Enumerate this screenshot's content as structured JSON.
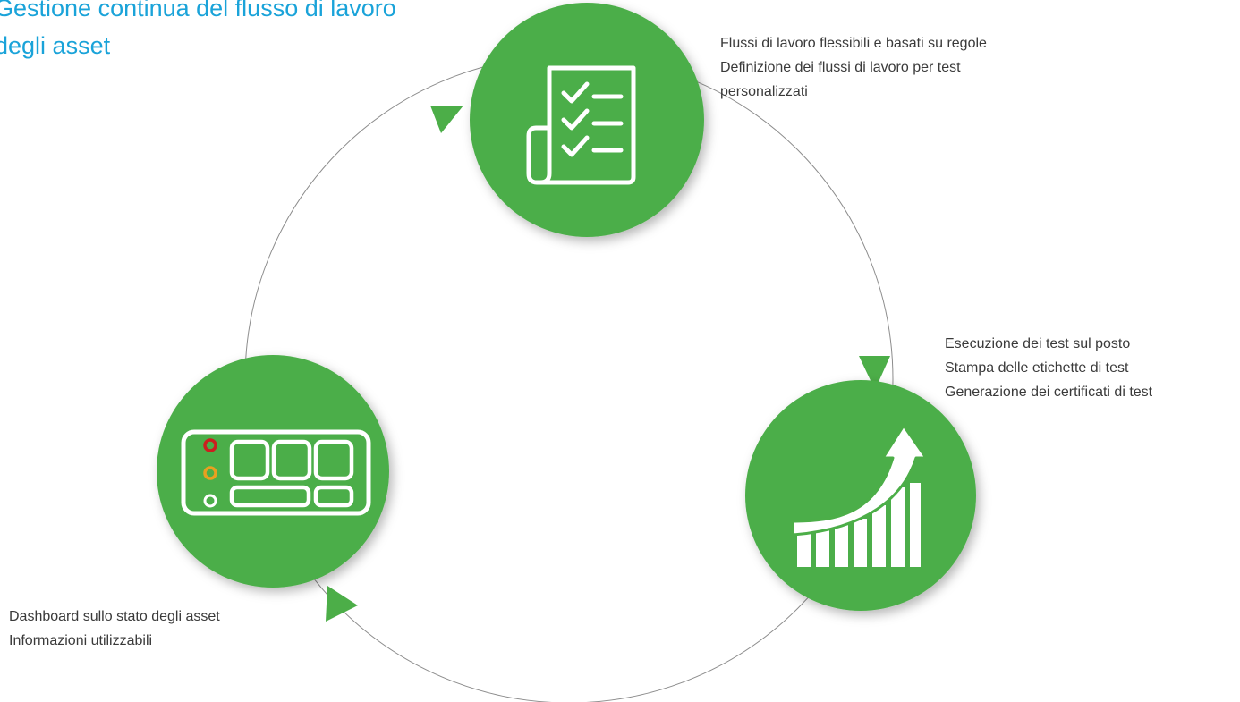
{
  "title": {
    "line1": "Gestione continua del flusso di lavoro",
    "line2": "degli asset"
  },
  "steps": [
    {
      "icon": "checklist-icon",
      "lines": [
        "Flussi di lavoro flessibili e basati su regole",
        "Definizione dei flussi di lavoro per test",
        "personalizzati"
      ]
    },
    {
      "icon": "growth-chart-icon",
      "lines": [
        "Esecuzione dei test sul posto",
        "Stampa delle etichette di test",
        "Generazione dei certificati di test"
      ]
    },
    {
      "icon": "dashboard-icon",
      "lines": [
        "Dashboard sullo stato degli asset",
        "Informazioni utilizzabili"
      ]
    }
  ],
  "colors": {
    "title": "#1aa3d9",
    "node_fill": "#4cae48",
    "arrow": "#4cae48",
    "ring": "#8c8c8c",
    "text": "#3a3a3a",
    "status_red": "#cc1f1f",
    "status_amber": "#e8a020",
    "status_white": "#ffffff"
  }
}
